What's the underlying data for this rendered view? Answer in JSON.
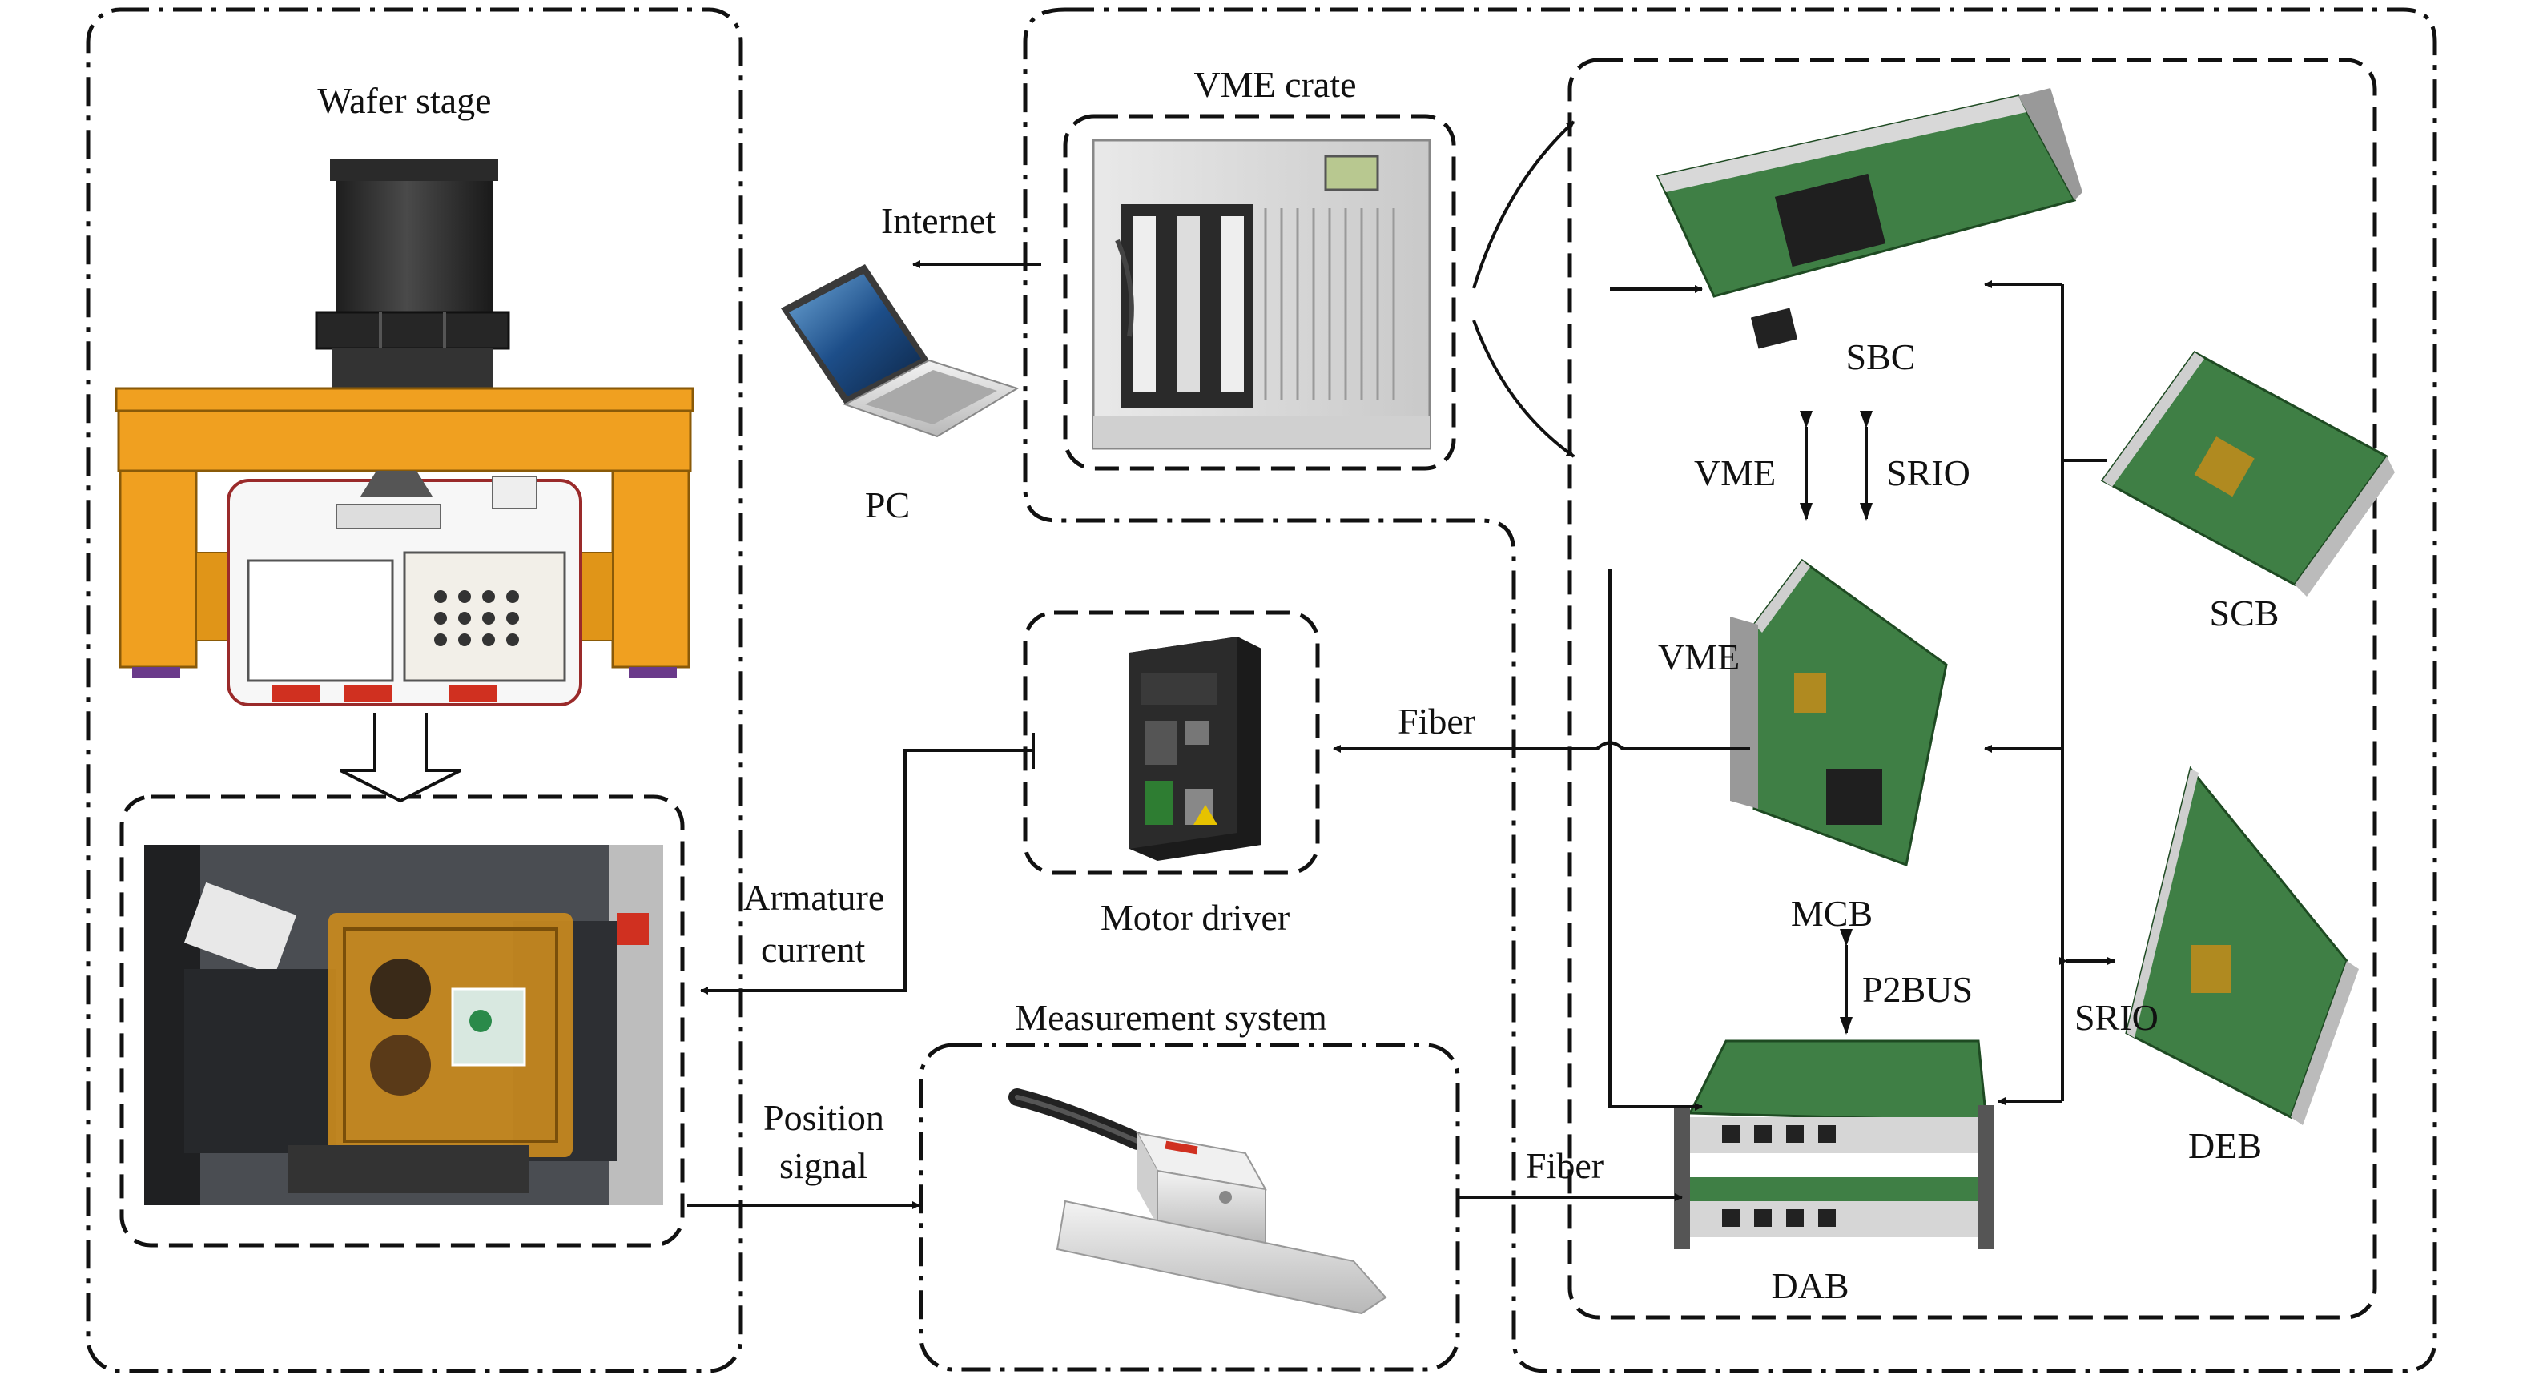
{
  "labels": {
    "wafer_stage": "Wafer stage",
    "vme_crate": "VME crate",
    "internet": "Internet",
    "pc": "PC",
    "sbc": "SBC",
    "vme_1": "VME",
    "srio_1": "SRIO",
    "scb": "SCB",
    "vme_2": "VME",
    "fiber_1": "Fiber",
    "motor_driver": "Motor driver",
    "mcb": "MCB",
    "armature_1": "Armature",
    "armature_2": "current",
    "p2bus": "P2BUS",
    "srio_2": "SRIO",
    "measurement_system": "Measurement system",
    "position_1": "Position",
    "position_2": "signal",
    "fiber_2": "Fiber",
    "dab": "DAB",
    "deb": "DEB"
  },
  "colors": {
    "line": "#111111",
    "stage_orange": "#f0a020",
    "stage_dark": "#2f2f2f",
    "board_green": "#3f7f45",
    "photo_bg": "#4a4d52",
    "amber": "#c98a1e",
    "outline_red": "#9a2a2a"
  }
}
